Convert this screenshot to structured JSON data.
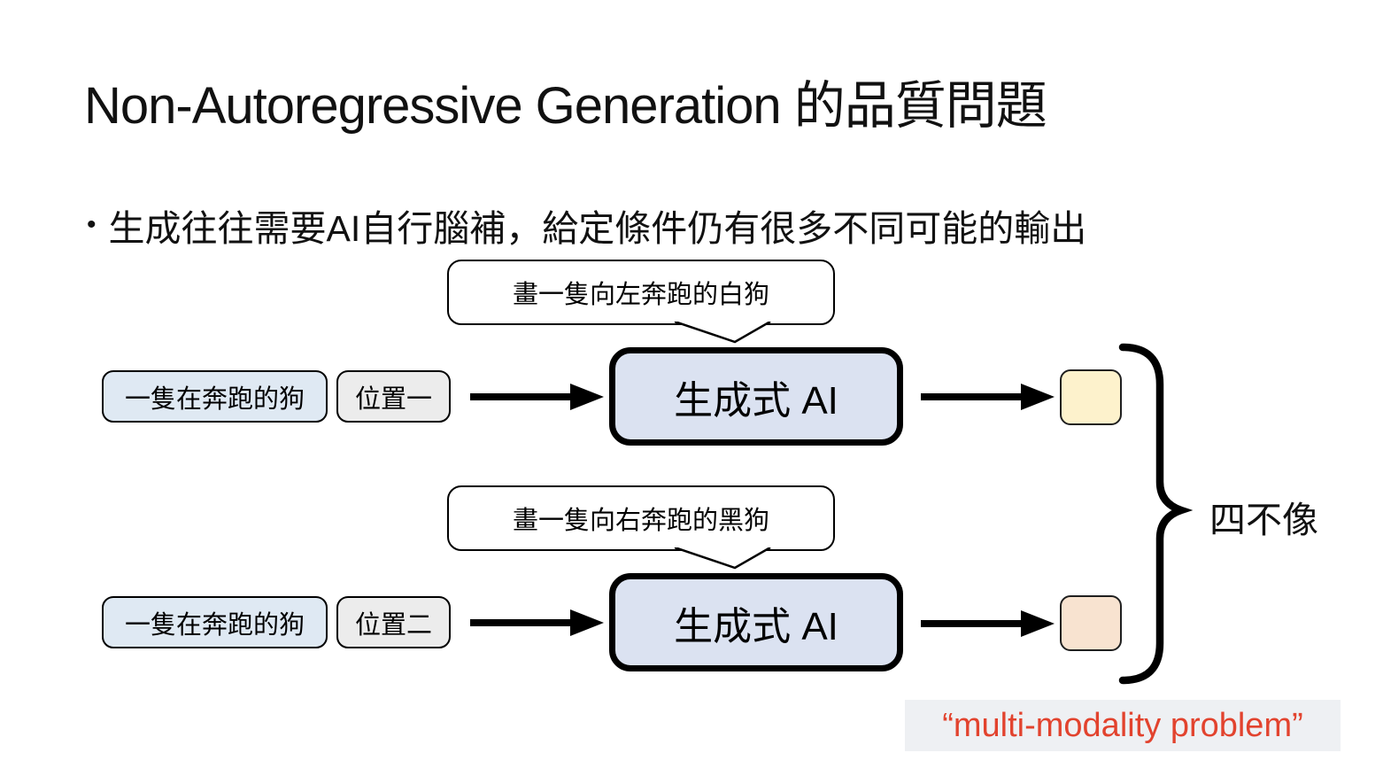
{
  "slide": {
    "title": "Non-Autoregressive Generation 的品質問題",
    "bullet_marker": "•",
    "bullet": "生成往往需要AI自行腦補，給定條件仍有很多不同可能的輸出"
  },
  "diagram": {
    "rows": [
      {
        "bubble": "畫一隻向左奔跑的白狗",
        "input_text": "一隻在奔跑的狗",
        "input_position": "位置一",
        "model": "生成式 AI",
        "output_color": "#fdf2cc"
      },
      {
        "bubble": "畫一隻向右奔跑的黑狗",
        "input_text": "一隻在奔跑的狗",
        "input_position": "位置二",
        "model": "生成式 AI",
        "output_color": "#f8e3d0"
      }
    ],
    "brace_label": "四不像",
    "caption": "“multi-modality problem”",
    "colors": {
      "model_fill": "#dbe2f1",
      "input_fill": "#dfe9f3",
      "position_fill": "#ececec",
      "caption_text": "#e2432e",
      "caption_bg": "#eef0f3"
    }
  }
}
